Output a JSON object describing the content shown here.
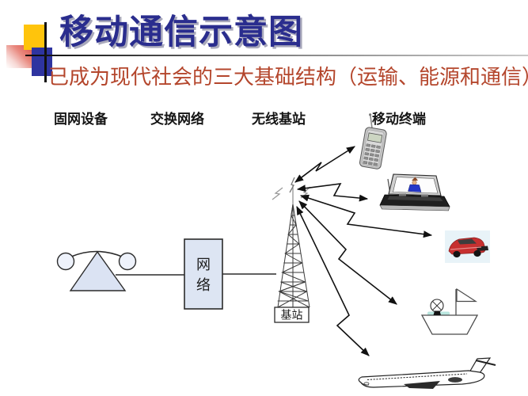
{
  "slide": {
    "title": "移动通信示意图",
    "subtitle": "已成为现代社会的三大基础结构（运输、能源和通信）",
    "columns": [
      {
        "id": "fixed-network",
        "label": "固网设备"
      },
      {
        "id": "switching-network",
        "label": "交换网络"
      },
      {
        "id": "wireless-base-station",
        "label": "无线基站"
      },
      {
        "id": "mobile-terminal",
        "label": "移动终端"
      }
    ],
    "diagram": {
      "network_box_char1": "网",
      "network_box_char2": "络",
      "base_station_label": "基站",
      "devices": [
        "fixed-telephone",
        "network-switch-box",
        "base-station-tower",
        "mobile-phone",
        "laptop",
        "car",
        "boat",
        "airplane"
      ]
    },
    "colors": {
      "title_navy": "#2a2d8e",
      "subtitle_red": "#b4462c",
      "accent_yellow": "#ffc40c",
      "accent_blue": "#2e34a0",
      "accent_pink": "#e98a80",
      "light_blue_fill": "#dde5f3",
      "line_black": "#111111"
    }
  }
}
